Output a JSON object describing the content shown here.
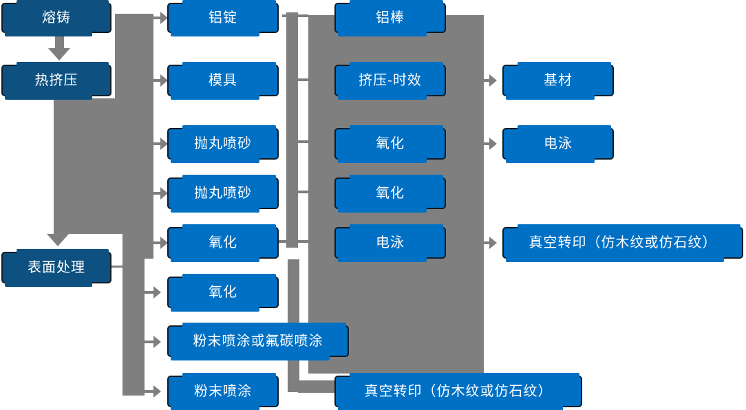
{
  "colors": {
    "box_fill": "#0070C4",
    "box_fill_dark": "#0E5180",
    "box_border": "#0E1B26",
    "connector_gray": "#7F7F7F",
    "text": "#FFFFFF",
    "background": "#FFFFFF"
  },
  "nodes": {
    "melt_cast": {
      "label": "熔铸"
    },
    "hot_extrusion": {
      "label": "热挤压"
    },
    "surface_treatment": {
      "label": "表面处理"
    },
    "al_ingot": {
      "label": "铝锭"
    },
    "mold": {
      "label": "模具"
    },
    "shot_blast_1": {
      "label": "抛丸喷砂"
    },
    "shot_blast_2": {
      "label": "抛丸喷砂"
    },
    "oxidation_1": {
      "label": "氧化"
    },
    "oxidation_2": {
      "label": "氧化"
    },
    "powder_or_fluorocarbon": {
      "label": "粉末喷涂或氟碳喷涂"
    },
    "powder_coating": {
      "label": "粉末喷涂"
    },
    "al_rod": {
      "label": "铝棒"
    },
    "extrusion_aging": {
      "label": "挤压-时效"
    },
    "oxidation_3": {
      "label": "氧化"
    },
    "oxidation_4": {
      "label": "氧化"
    },
    "electrophoresis_1": {
      "label": "电泳"
    },
    "vacuum_transfer_bottom": {
      "label": "真空转印（仿木纹或仿石纹）"
    },
    "base_material": {
      "label": "基材"
    },
    "electrophoresis_2": {
      "label": "电泳"
    },
    "vacuum_transfer_right": {
      "label": "真空转印（仿木纹或仿石纹）"
    }
  }
}
